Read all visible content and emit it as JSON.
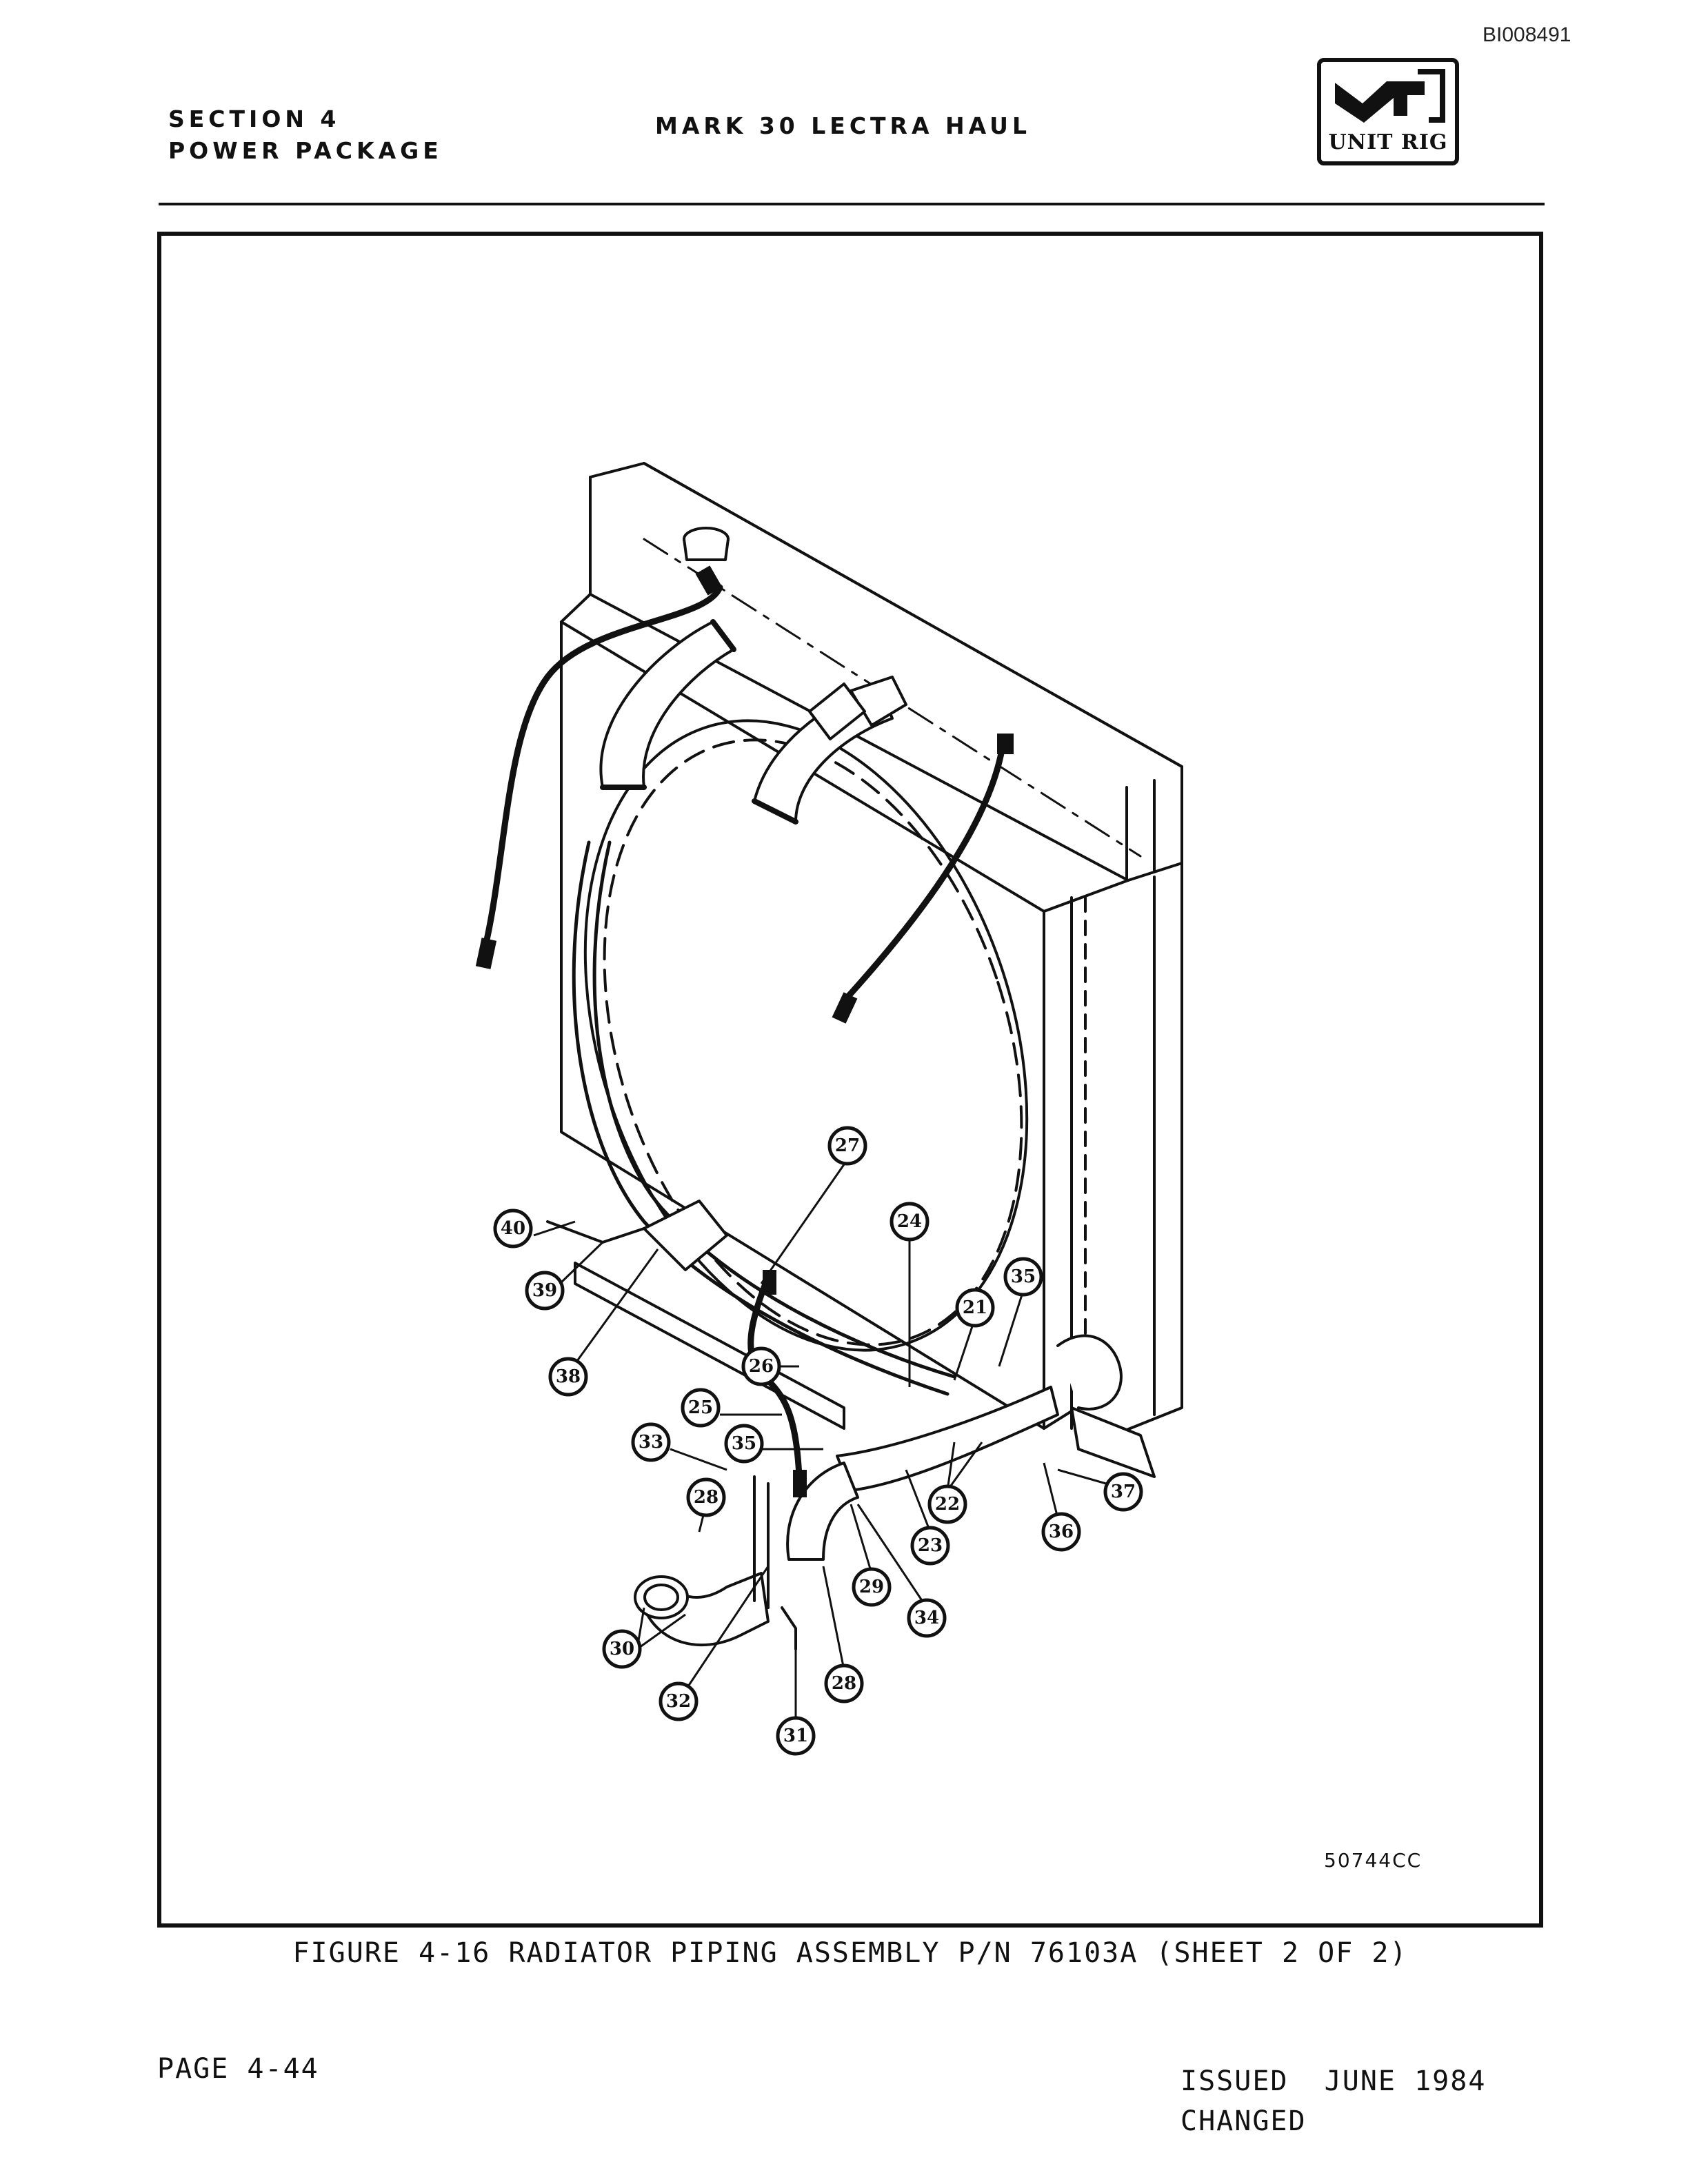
{
  "document_id": "BI008491",
  "header": {
    "section": "SECTION 4",
    "section_title": "POWER PACKAGE",
    "title": "MARK 30 LECTRA HAUL"
  },
  "logo": {
    "text": "UNIT RIG"
  },
  "figure": {
    "caption": "FIGURE 4-16 RADIATOR PIPING ASSEMBLY P/N 76103A (SHEET 2 OF 2)",
    "drawing_number": "50744CC",
    "callouts": [
      "27",
      "24",
      "35",
      "21",
      "40",
      "39",
      "26",
      "38",
      "25",
      "33",
      "35",
      "28",
      "22",
      "37",
      "23",
      "36",
      "29",
      "34",
      "30",
      "28",
      "32",
      "31"
    ]
  },
  "footer": {
    "page": "PAGE 4-44",
    "issued": "ISSUED  JUNE 1984",
    "changed": "CHANGED"
  }
}
